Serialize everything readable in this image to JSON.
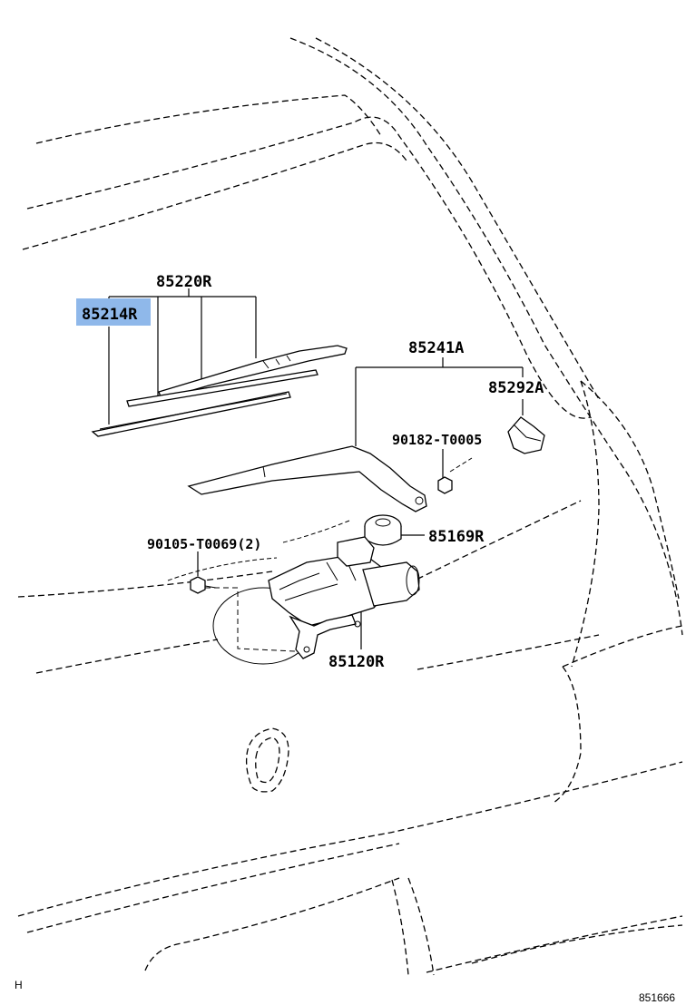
{
  "parts": {
    "blade_assembly": "85220R",
    "blade_rubber": "85214R",
    "arm": "85241A",
    "arm_cap": "85292A",
    "nut": "90182-T0005",
    "pivot_grommet": "85169R",
    "bolt": "90105-T0069(2)",
    "motor": "85120R"
  },
  "highlight": {
    "part_key": "blade_rubber",
    "color": "#8fb8ea"
  },
  "corner": {
    "left_mark": "H",
    "figure_id": "851666"
  }
}
